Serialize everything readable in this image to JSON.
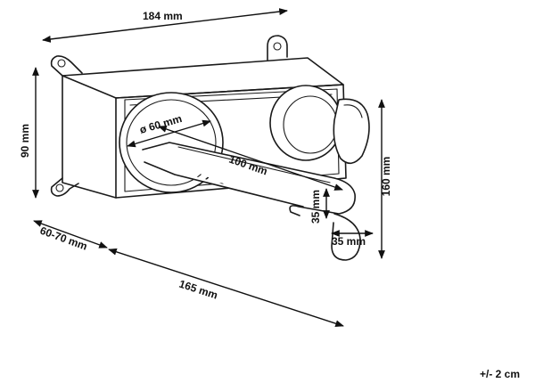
{
  "dimensions": {
    "width_box": "184 mm",
    "height_box": "90 mm",
    "depth_box": "60-70 mm",
    "spout_reach": "165 mm",
    "flange_diameter": "ø 60 mm",
    "spout_length": "100 mm",
    "total_height": "160 mm",
    "spout_height": "35 mm",
    "spout_width": "35 mm"
  },
  "tolerance": "+/- 2 cm",
  "colors": {
    "line": "#1a1a1a",
    "background": "#ffffff"
  }
}
